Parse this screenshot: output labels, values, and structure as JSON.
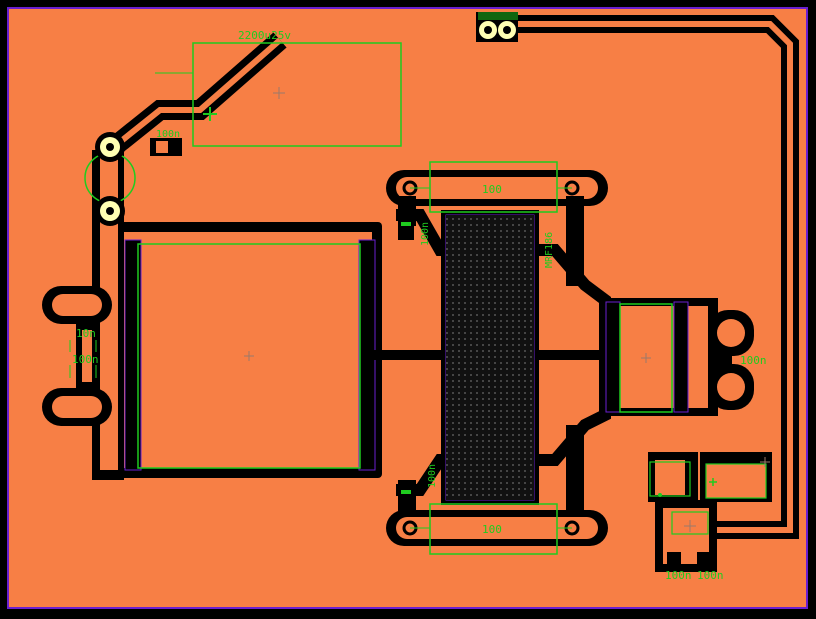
{
  "colors": {
    "board": "#000000",
    "copper": "#f77f45",
    "silkscreen": "#1fcc1f",
    "outline": "#6a1fd1",
    "marker": "#9a7a6a",
    "pad_fill": "#ffffb3"
  },
  "labels": {
    "cap_big": "2200u25v",
    "cap_small_top": "100n",
    "res_top": "100",
    "res_bottom": "100",
    "cap_right_top": "100n",
    "cap_right_bottom": "100n",
    "transistor": "MRF186",
    "cap_left_1": "10n",
    "cap_left_2": "100n",
    "cap_right_mid": "100n",
    "cap_bottom_1": "100n",
    "cap_bottom_2": "100n"
  }
}
